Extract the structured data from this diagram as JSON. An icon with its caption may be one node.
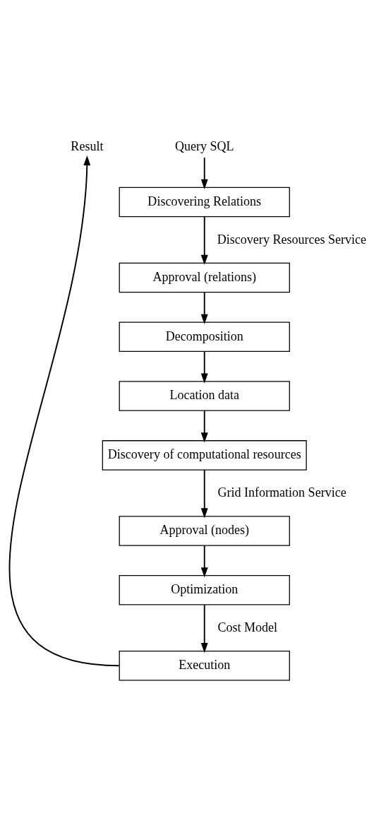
{
  "diagram": {
    "nodes": [
      {
        "text": [
          "Result"
        ]
      },
      {
        "text": [
          "Query SQL"
        ]
      },
      {
        "text": [
          "Discovering Relations"
        ]
      },
      {
        "text": [
          "Approval (relations)"
        ]
      },
      {
        "text": [
          "Decomposition"
        ]
      },
      {
        "text": [
          "Location data"
        ]
      },
      {
        "text": [
          "Discovery of computational resources"
        ]
      },
      {
        "text": [
          "Approval (nodes)"
        ]
      },
      {
        "text": [
          "Optimization"
        ]
      },
      {
        "text": [
          "Execution"
        ]
      }
    ],
    "edges": [
      {
        "from": 1,
        "to": 2,
        "arrow": "to"
      },
      {
        "from": 2,
        "to": 3,
        "arrow": "to",
        "label": "Discovery Resources Service"
      },
      {
        "from": 3,
        "to": 4,
        "arrow": "to"
      },
      {
        "from": 4,
        "to": 5,
        "arrow": "to"
      },
      {
        "from": 5,
        "to": 6,
        "arrow": "to"
      },
      {
        "from": 6,
        "to": 7,
        "arrow": "to",
        "label": "Grid Information Service"
      },
      {
        "from": 7,
        "to": 8,
        "arrow": "to"
      },
      {
        "from": 8,
        "to": 9,
        "arrow": "to",
        "label": "Cost Model"
      },
      {
        "from": 9,
        "to": 0,
        "arrow": "to"
      }
    ]
  }
}
